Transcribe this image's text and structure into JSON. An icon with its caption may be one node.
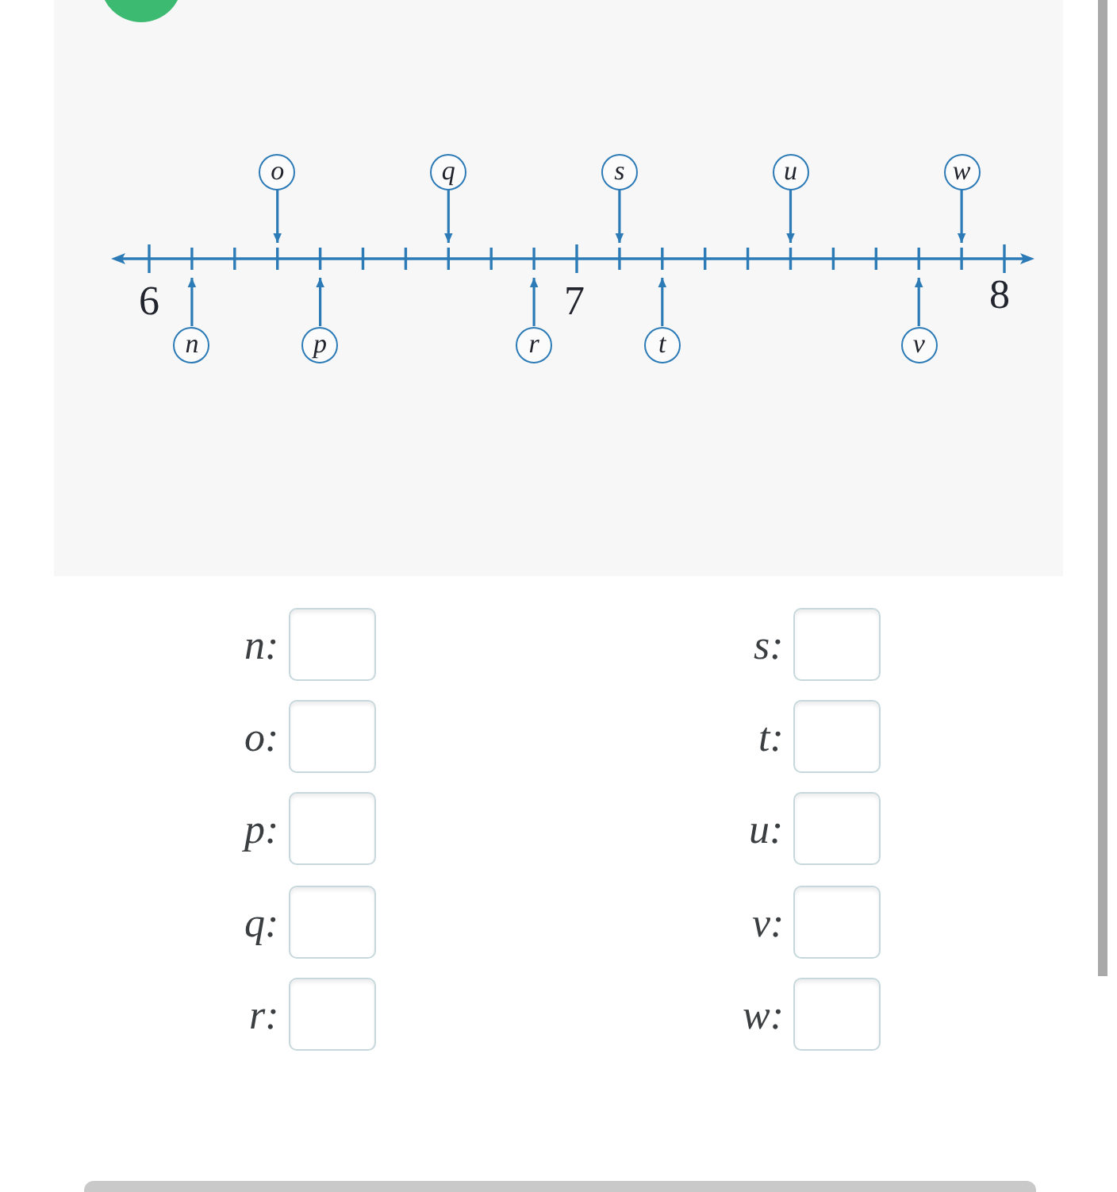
{
  "diagram": {
    "nodes": [
      {
        "text": [
          "o"
        ]
      },
      {
        "text": [
          "q"
        ]
      },
      {
        "text": [
          "s"
        ]
      },
      {
        "text": [
          "u"
        ]
      },
      {
        "text": [
          "w"
        ]
      },
      {
        "text": [
          "n"
        ]
      },
      {
        "text": [
          "p"
        ]
      },
      {
        "text": [
          "r"
        ]
      },
      {
        "text": [
          "t"
        ]
      },
      {
        "text": [
          "v"
        ]
      }
    ],
    "edges": [
      {
        "from": 0,
        "to": null,
        "arrow": "to"
      },
      {
        "from": 1,
        "to": null,
        "arrow": "to"
      },
      {
        "from": 2,
        "to": null,
        "arrow": "to"
      },
      {
        "from": 3,
        "to": null,
        "arrow": "to"
      },
      {
        "from": 4,
        "to": null,
        "arrow": "to"
      },
      {
        "from": 5,
        "to": null,
        "arrow": "to"
      },
      {
        "from": 6,
        "to": null,
        "arrow": "to"
      },
      {
        "from": 7,
        "to": null,
        "arrow": "to"
      },
      {
        "from": 8,
        "to": null,
        "arrow": "to"
      },
      {
        "from": 9,
        "to": null,
        "arrow": "to"
      }
    ],
    "labels": [
      "6",
      "7",
      "8",
      "n:",
      "s:",
      "o:",
      "t:",
      "p:",
      "u:",
      "q:",
      "v:",
      "r:",
      "w:"
    ]
  }
}
